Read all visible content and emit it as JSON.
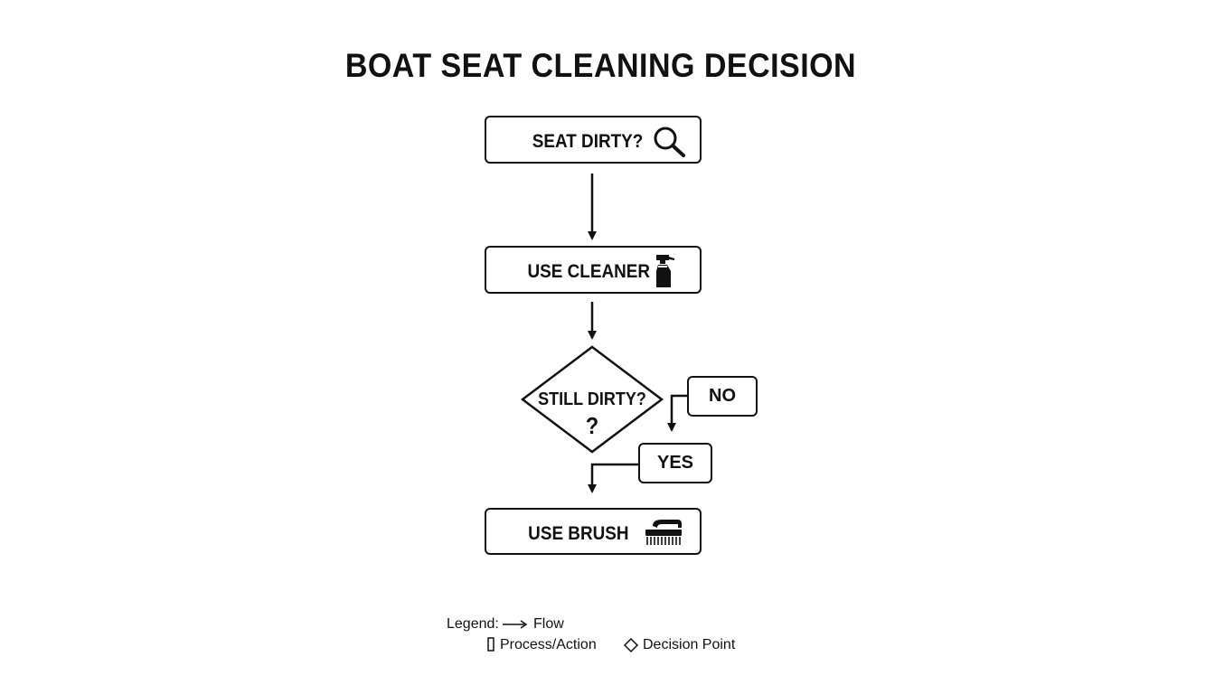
{
  "title": "BOAT SEAT CLEANING DECISION",
  "nodes": {
    "seat_dirty": {
      "label": "SEAT DIRTY?",
      "icon": "magnifier-icon"
    },
    "use_cleaner": {
      "label": "USE CLEANER",
      "icon": "spray-bottle-icon"
    },
    "still_dirty": {
      "label": "STILL DIRTY?",
      "mark": "?"
    },
    "no": {
      "label": "NO"
    },
    "yes": {
      "label": "YES"
    },
    "use_brush": {
      "label": "USE BRUSH",
      "icon": "brush-icon"
    }
  },
  "legend": {
    "title": "Legend:",
    "flow": "Flow",
    "process": "Process/Action",
    "decision": "Decision Point"
  }
}
